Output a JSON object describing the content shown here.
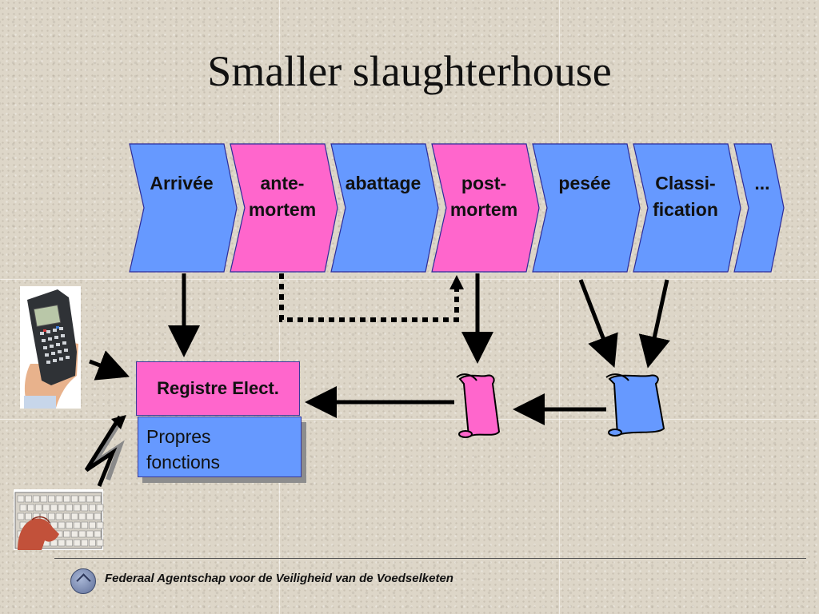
{
  "title": "Smaller slaughterhouse",
  "steps": [
    {
      "lines": [
        "Arrivée"
      ],
      "color": "#6699ff"
    },
    {
      "lines": [
        "ante-",
        "mortem"
      ],
      "color": "#ff66cc"
    },
    {
      "lines": [
        "abattage"
      ],
      "color": "#6699ff"
    },
    {
      "lines": [
        "post-",
        "mortem"
      ],
      "color": "#ff66cc"
    },
    {
      "lines": [
        "pesée"
      ],
      "color": "#6699ff"
    },
    {
      "lines": [
        "Classi-",
        "fication"
      ],
      "color": "#6699ff"
    },
    {
      "lines": [
        "..."
      ],
      "color": "#6699ff"
    }
  ],
  "register": {
    "title": "Registre Elect.",
    "functions_lines": [
      "Propres",
      "fonctions"
    ]
  },
  "scrolls": [
    {
      "color": "#ff66cc"
    },
    {
      "color": "#6699ff"
    }
  ],
  "icons": {
    "handheld": "handheld-terminal-icon",
    "keyboard": "keyboard-icon",
    "logo": "agency-logo-icon"
  },
  "footer": {
    "text": "Federaal Agentschap voor de Veiligheid van de Voedselketen"
  }
}
